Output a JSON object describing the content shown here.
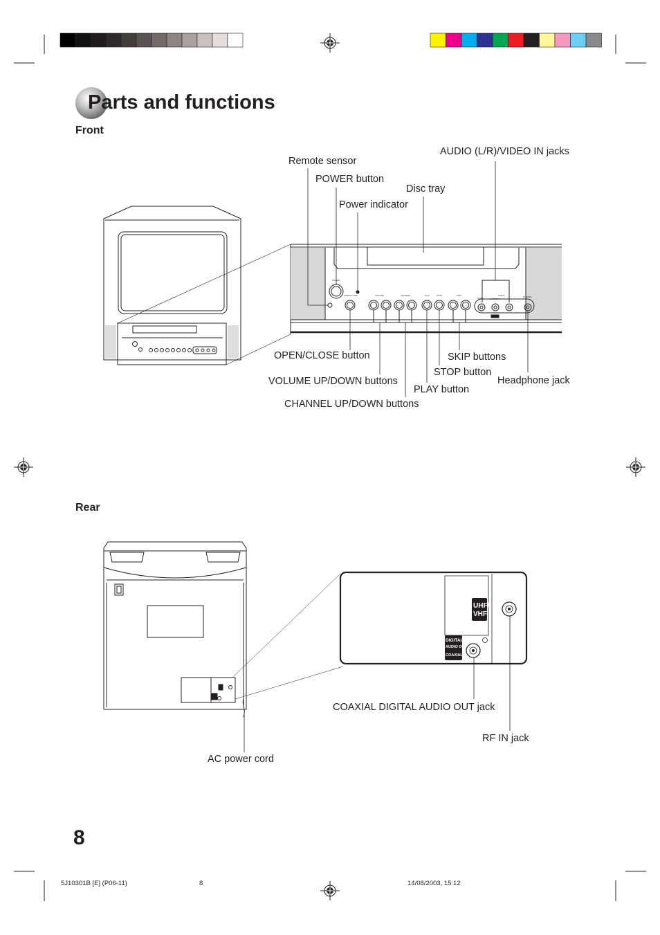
{
  "page": {
    "title": "Parts and functions",
    "page_number": "8"
  },
  "front": {
    "heading": "Front",
    "callouts": {
      "remote_sensor": "Remote sensor",
      "power_button": "POWER button",
      "disc_tray": "Disc tray",
      "power_indicator": "Power indicator",
      "av_in_jacks": "AUDIO (L/R)/VIDEO IN jacks",
      "open_close": "OPEN/CLOSE button",
      "skip": "SKIP buttons",
      "stop": "STOP button",
      "headphone": "Headphone jack",
      "volume": "VOLUME UP/DOWN buttons",
      "play": "PLAY button",
      "channel": "CHANNEL UP/DOWN buttons"
    },
    "panel_labels": {
      "power": "POWER",
      "open_close": "OPEN/CLOSE",
      "volume": "VOLUME",
      "channel": "CHANNEL",
      "play": "PLAY",
      "stop": "STOP",
      "skip": "SKIP",
      "video": "VIDEO",
      "audio": "AUDIO",
      "l_mono_r": "L/MONO   R",
      "phones": "PHONES"
    }
  },
  "rear": {
    "heading": "Rear",
    "callouts": {
      "coaxial": "COAXIAL DIGITAL AUDIO OUT jack",
      "rf_in": "RF IN jack",
      "ac_cord": "AC power cord"
    },
    "panel_labels": {
      "uhf": "UHF/",
      "vhf": "VHF",
      "digital": "DIGITAL",
      "audio_out": "AUDIO OUT",
      "coaxial": "COAXIAL"
    }
  },
  "footer": {
    "doc_code": "5J10301B [E] (P06-11)",
    "page": "8",
    "date": "14/08/2003, 15:12"
  },
  "colors": {
    "gray_bar": [
      "#000000",
      "#111111",
      "#1f1c1d",
      "#2e2a2b",
      "#433d3e",
      "#5a5354",
      "#726a6b",
      "#8d8485",
      "#a9a0a0",
      "#c8c1c0",
      "#e4dfde",
      "#ffffff"
    ],
    "color_bar": [
      "#fff200",
      "#ec008c",
      "#00aeef",
      "#2e3192",
      "#00a651",
      "#ed1c24",
      "#231f20",
      "#fff799",
      "#f49ac1",
      "#6dcff6",
      "#8a8a8a"
    ],
    "ink": "#231f20"
  }
}
